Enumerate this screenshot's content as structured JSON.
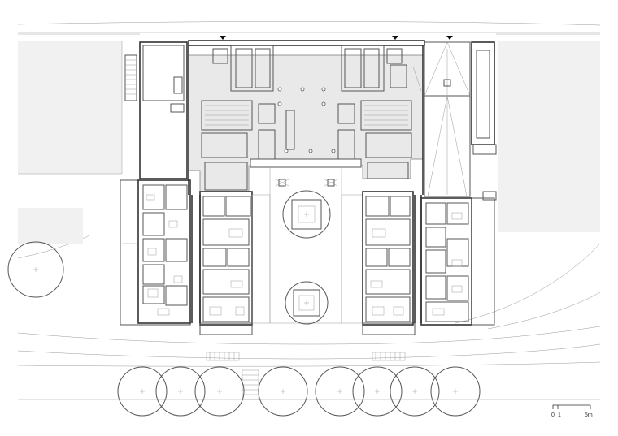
{
  "scale_bar": {
    "tick_0": "0",
    "tick_1": "1",
    "tick_5": "5m"
  },
  "colors": {
    "wall": "#333333",
    "shaded_floor": "#e9e9e9",
    "background_block": "#f1f1f1",
    "thin_line": "#999999"
  },
  "icons": {
    "entrance_marker": "black-triangle",
    "tree": "circle-with-cross",
    "courtyard_table": "table-with-chairs"
  }
}
